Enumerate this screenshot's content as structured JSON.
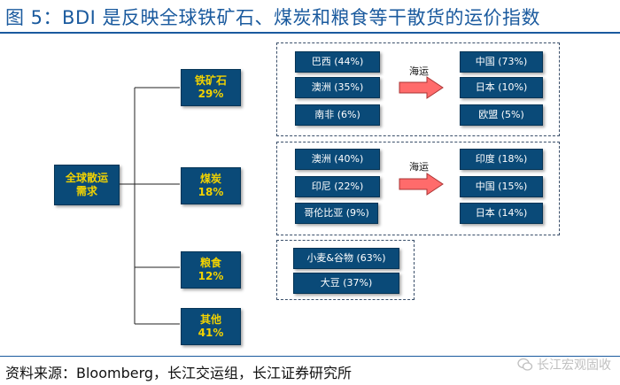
{
  "title": "图 5：BDI 是反映全球铁矿石、煤炭和粮食等干散货的运价指数",
  "source": "资料来源：Bloomberg，长江交运组，长江证券研究所",
  "watermark": "长江宏观固收",
  "colors": {
    "box_fill": "#0a4a78",
    "accent_text": "#f2d200",
    "arrow": "#ff6b6b",
    "title": "#1a5a9e"
  },
  "root": {
    "line1": "全球散运",
    "line2": "需求"
  },
  "categories": [
    {
      "name": "铁矿石",
      "share": "29%"
    },
    {
      "name": "煤炭",
      "share": "18%"
    },
    {
      "name": "粮食",
      "share": "12%"
    },
    {
      "name": "其他",
      "share": "41%"
    }
  ],
  "iron_ore": {
    "exporters": [
      "巴西 (44%)",
      "澳洲 (35%)",
      "南非 (6%)"
    ],
    "shipping_label": "海运",
    "importers": [
      "中国 (73%)",
      "日本 (10%)",
      "欧盟 (5%)"
    ]
  },
  "coal": {
    "exporters": [
      "澳洲 (40%)",
      "印尼 (22%)",
      "哥伦比亚 (9%)"
    ],
    "shipping_label": "海运",
    "importers": [
      "印度 (18%)",
      "中国 (15%)",
      "日本 (14%)"
    ]
  },
  "grain": {
    "items": [
      "小麦&谷物 (63%)",
      "大豆 (37%)"
    ]
  }
}
